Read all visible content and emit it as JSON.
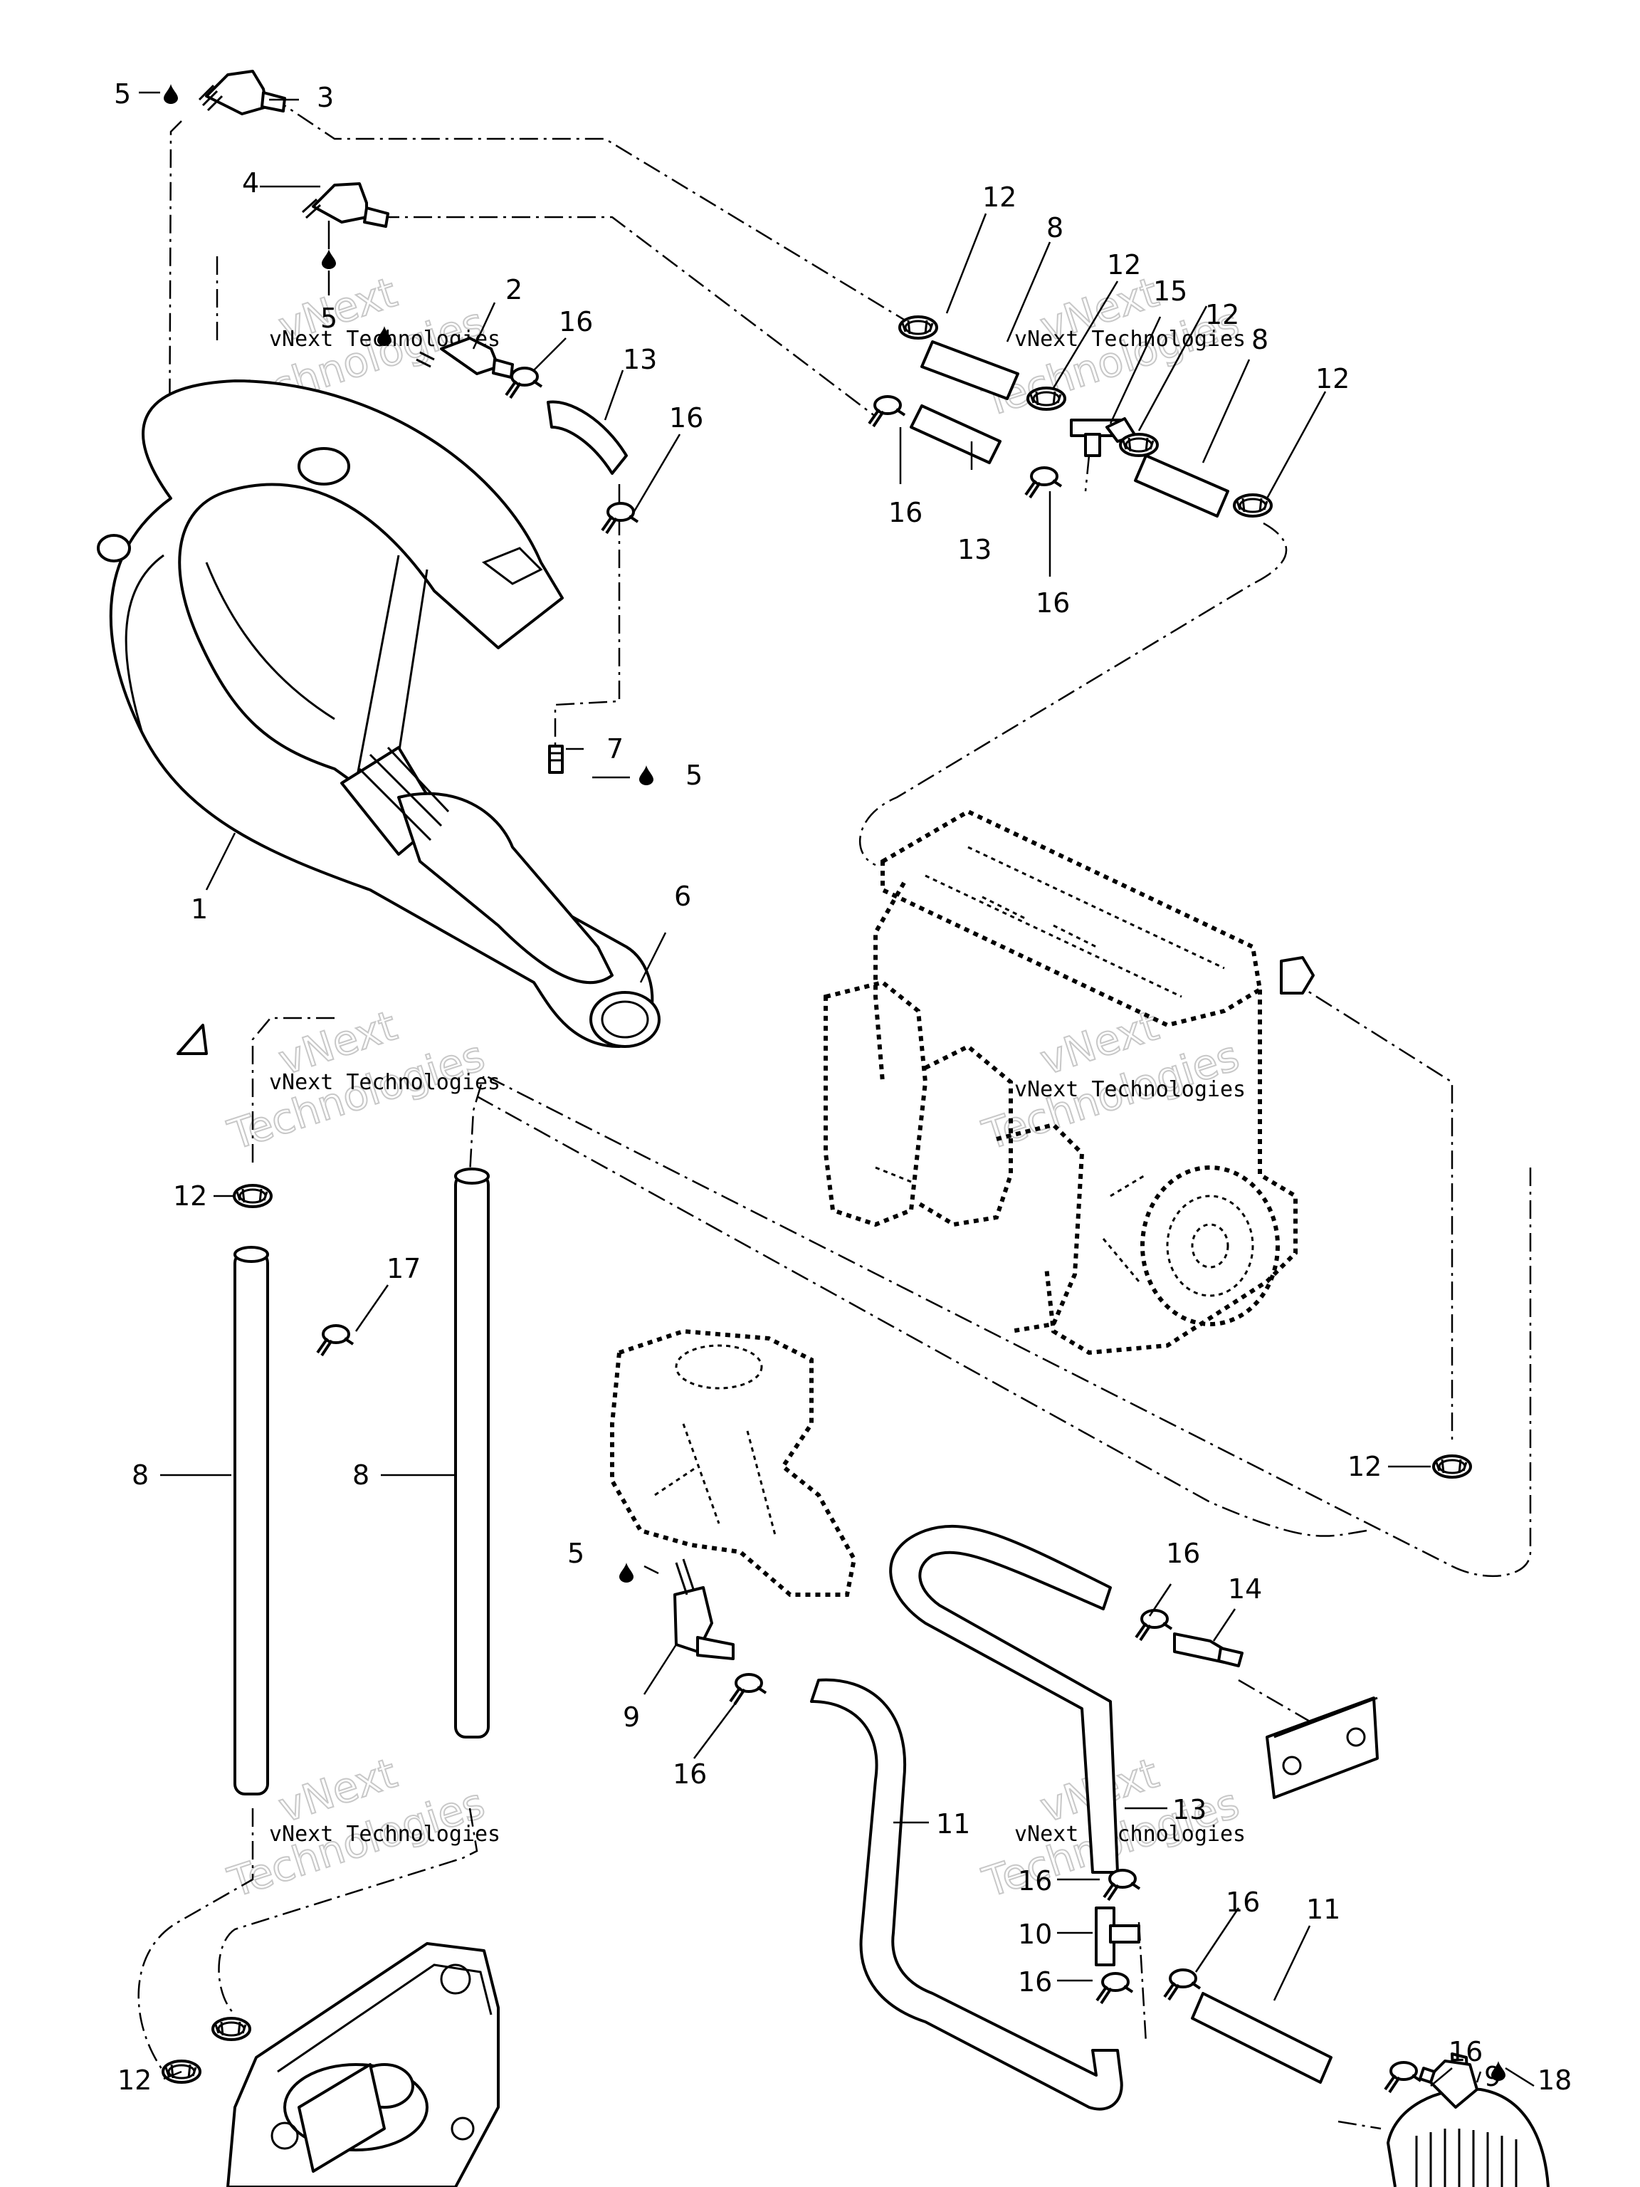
{
  "watermark": {
    "line1": "vNext Technologies",
    "line2": "vNext",
    "line3": "Technologies"
  },
  "callouts": [
    {
      "id": "c5a",
      "text": "5"
    },
    {
      "id": "c3",
      "text": "3"
    },
    {
      "id": "c4",
      "text": "4"
    },
    {
      "id": "c5b",
      "text": "5"
    },
    {
      "id": "c2",
      "text": "2"
    },
    {
      "id": "c16a",
      "text": "16"
    },
    {
      "id": "c13a",
      "text": "13"
    },
    {
      "id": "c16b",
      "text": "16"
    },
    {
      "id": "c12a",
      "text": "12"
    },
    {
      "id": "c8a",
      "text": "8"
    },
    {
      "id": "c12b",
      "text": "12"
    },
    {
      "id": "c15",
      "text": "15"
    },
    {
      "id": "c12c",
      "text": "12"
    },
    {
      "id": "c8b",
      "text": "8"
    },
    {
      "id": "c12d",
      "text": "12"
    },
    {
      "id": "c16c",
      "text": "16"
    },
    {
      "id": "c13b",
      "text": "13"
    },
    {
      "id": "c16d",
      "text": "16"
    },
    {
      "id": "c7",
      "text": "7"
    },
    {
      "id": "c5c",
      "text": "5"
    },
    {
      "id": "c1",
      "text": "1"
    },
    {
      "id": "c6",
      "text": "6"
    },
    {
      "id": "c12e",
      "text": "12"
    },
    {
      "id": "c17",
      "text": "17"
    },
    {
      "id": "c8c",
      "text": "8"
    },
    {
      "id": "c8d",
      "text": "8"
    },
    {
      "id": "c12f",
      "text": "12"
    },
    {
      "id": "c5d",
      "text": "5"
    },
    {
      "id": "c9a",
      "text": "9"
    },
    {
      "id": "c16e",
      "text": "16"
    },
    {
      "id": "c16f",
      "text": "16"
    },
    {
      "id": "c14",
      "text": "14"
    },
    {
      "id": "c11a",
      "text": "11"
    },
    {
      "id": "c13c",
      "text": "13"
    },
    {
      "id": "c16g",
      "text": "16"
    },
    {
      "id": "c10",
      "text": "10"
    },
    {
      "id": "c16h",
      "text": "16"
    },
    {
      "id": "c16i",
      "text": "16"
    },
    {
      "id": "c11b",
      "text": "11"
    },
    {
      "id": "c12g",
      "text": "12"
    },
    {
      "id": "c16j",
      "text": "16"
    },
    {
      "id": "c9b",
      "text": "9"
    },
    {
      "id": "c18",
      "text": "18"
    }
  ]
}
